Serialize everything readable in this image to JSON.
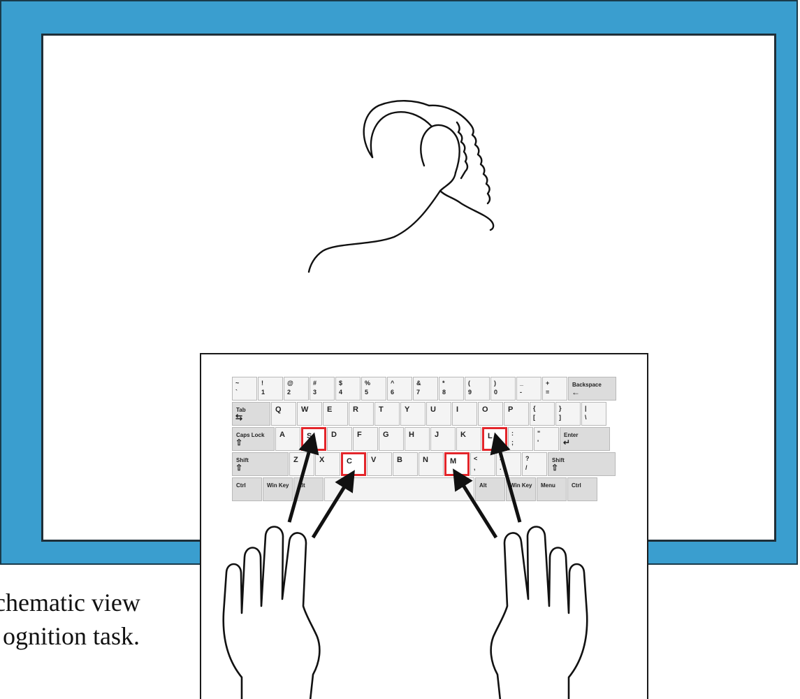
{
  "stimulus": {
    "icon": "ibex-horn-line-drawing"
  },
  "caption": {
    "line1": "chematic view",
    "line2": "ognition task."
  },
  "keyboard": {
    "rows": [
      [
        {
          "top": "~",
          "bot": "`"
        },
        {
          "top": "!",
          "bot": "1"
        },
        {
          "top": "@",
          "bot": "2"
        },
        {
          "top": "#",
          "bot": "3"
        },
        {
          "top": "$",
          "bot": "4"
        },
        {
          "top": "%",
          "bot": "5"
        },
        {
          "top": "^",
          "bot": "6"
        },
        {
          "top": "&",
          "bot": "7"
        },
        {
          "top": "*",
          "bot": "8"
        },
        {
          "top": "(",
          "bot": "9"
        },
        {
          "top": ")",
          "bot": "0"
        },
        {
          "top": "_",
          "bot": "-"
        },
        {
          "top": "+",
          "bot": "="
        },
        {
          "label": "Backspace",
          "icon": "backspace-arrow-icon"
        }
      ],
      [
        {
          "label": "Tab",
          "icon": "tab-arrows-icon"
        },
        {
          "label": "Q"
        },
        {
          "label": "W"
        },
        {
          "label": "E"
        },
        {
          "label": "R"
        },
        {
          "label": "T"
        },
        {
          "label": "Y"
        },
        {
          "label": "U"
        },
        {
          "label": "I"
        },
        {
          "label": "O"
        },
        {
          "label": "P"
        },
        {
          "top": "{",
          "bot": "["
        },
        {
          "top": "}",
          "bot": "]"
        },
        {
          "top": "|",
          "bot": "\\"
        }
      ],
      [
        {
          "label": "Caps Lock",
          "icon": "caps-lock-icon"
        },
        {
          "label": "A"
        },
        {
          "label": "S"
        },
        {
          "label": "D"
        },
        {
          "label": "F"
        },
        {
          "label": "G"
        },
        {
          "label": "H"
        },
        {
          "label": "J"
        },
        {
          "label": "K"
        },
        {
          "label": "L"
        },
        {
          "top": ":",
          "bot": ";"
        },
        {
          "top": "\"",
          "bot": "'"
        },
        {
          "label": "Enter",
          "icon": "enter-arrow-icon"
        }
      ],
      [
        {
          "label": "Shift",
          "icon": "shift-arrow-icon"
        },
        {
          "label": "Z"
        },
        {
          "label": "X"
        },
        {
          "label": "C"
        },
        {
          "label": "V"
        },
        {
          "label": "B"
        },
        {
          "label": "N"
        },
        {
          "label": "M"
        },
        {
          "top": "<",
          "bot": ","
        },
        {
          "top": ">",
          "bot": "."
        },
        {
          "top": "?",
          "bot": "/"
        },
        {
          "label": "Shift",
          "icon": "shift-arrow-icon"
        }
      ],
      [
        {
          "label": "Ctrl"
        },
        {
          "label": "Win Key"
        },
        {
          "label": "Alt"
        },
        {
          "label": ""
        },
        {
          "label": "Alt"
        },
        {
          "label": "Win Key"
        },
        {
          "label": "Menu"
        },
        {
          "label": "Ctrl"
        }
      ]
    ],
    "target_keys": [
      "S",
      "C",
      "M",
      "L"
    ],
    "target_color": "#e3262b"
  },
  "colors": {
    "frame": "#3a9ecf",
    "frame_border": "#1a3a4a",
    "key_face": "#f4f4f4",
    "key_border": "#b8b8b8",
    "ink": "#111111"
  },
  "icons": [
    "left-hand-outline-icon",
    "right-hand-outline-icon",
    "pointing-arrow-icon"
  ]
}
